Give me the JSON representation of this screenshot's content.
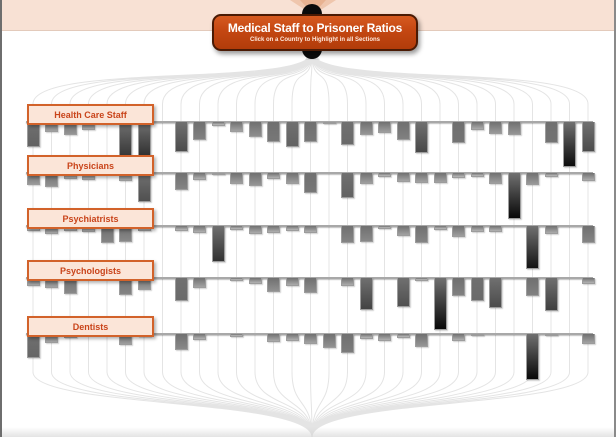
{
  "header": {
    "title": "Medical Staff to Prisoner Ratios",
    "subtitle": "Click on a Country to Highlight in all Sections"
  },
  "colors": {
    "title_bg": "#c44712",
    "title_text": "#ffffff",
    "band_bg": "#f8e1d4",
    "label_bg": "#fbe5d8",
    "label_border": "#d2622a",
    "label_text": "#c9441a",
    "gridline": "#e4e4e4",
    "bar_outline": "#9c9c9c",
    "baseline": "#a8a8a8"
  },
  "chart_data": {
    "type": "bar",
    "title": "Medical Staff to Prisoner Ratios",
    "subtitle": "Click on a Country to Highlight in all Sections",
    "orientation": "bars hang downward from each section baseline; one column per country, linked by curves to a single hub node at top and bottom",
    "columns": 31,
    "value_note": "no numeric axis shown; values are relative bar lengths estimated in pixels",
    "legend_position": "none",
    "grid": true,
    "sections": [
      {
        "label": "Health Care Staff",
        "values": [
          25,
          10,
          13,
          8,
          2,
          35,
          38,
          0,
          30,
          18,
          4,
          10,
          15,
          20,
          25,
          20,
          2,
          23,
          13,
          11,
          18,
          31,
          0,
          21,
          8,
          12,
          13,
          0,
          21,
          45,
          30
        ]
      },
      {
        "label": "Physicians",
        "values": [
          12,
          14,
          6,
          7,
          0,
          8,
          29,
          0,
          17,
          7,
          2,
          11,
          13,
          6,
          11,
          20,
          0,
          25,
          11,
          4,
          9,
          10,
          10,
          5,
          4,
          11,
          46,
          12,
          4,
          0,
          8
        ]
      },
      {
        "label": "Psychiatrists",
        "values": [
          5,
          8,
          5,
          6,
          17,
          16,
          5,
          0,
          5,
          7,
          36,
          4,
          8,
          7,
          5,
          7,
          0,
          17,
          16,
          3,
          10,
          17,
          4,
          11,
          6,
          6,
          0,
          43,
          8,
          0,
          17
        ]
      },
      {
        "label": "Psychologists",
        "values": [
          8,
          10,
          16,
          0,
          0,
          17,
          12,
          0,
          23,
          10,
          0,
          3,
          6,
          14,
          8,
          15,
          0,
          8,
          32,
          0,
          29,
          3,
          52,
          18,
          23,
          30,
          0,
          18,
          33,
          0,
          6
        ]
      },
      {
        "label": "Dentists",
        "values": [
          24,
          9,
          4,
          0,
          0,
          11,
          3,
          0,
          16,
          6,
          0,
          3,
          0,
          8,
          7,
          10,
          14,
          19,
          5,
          7,
          4,
          13,
          0,
          7,
          2,
          0,
          0,
          46,
          2,
          0,
          10
        ]
      }
    ]
  }
}
